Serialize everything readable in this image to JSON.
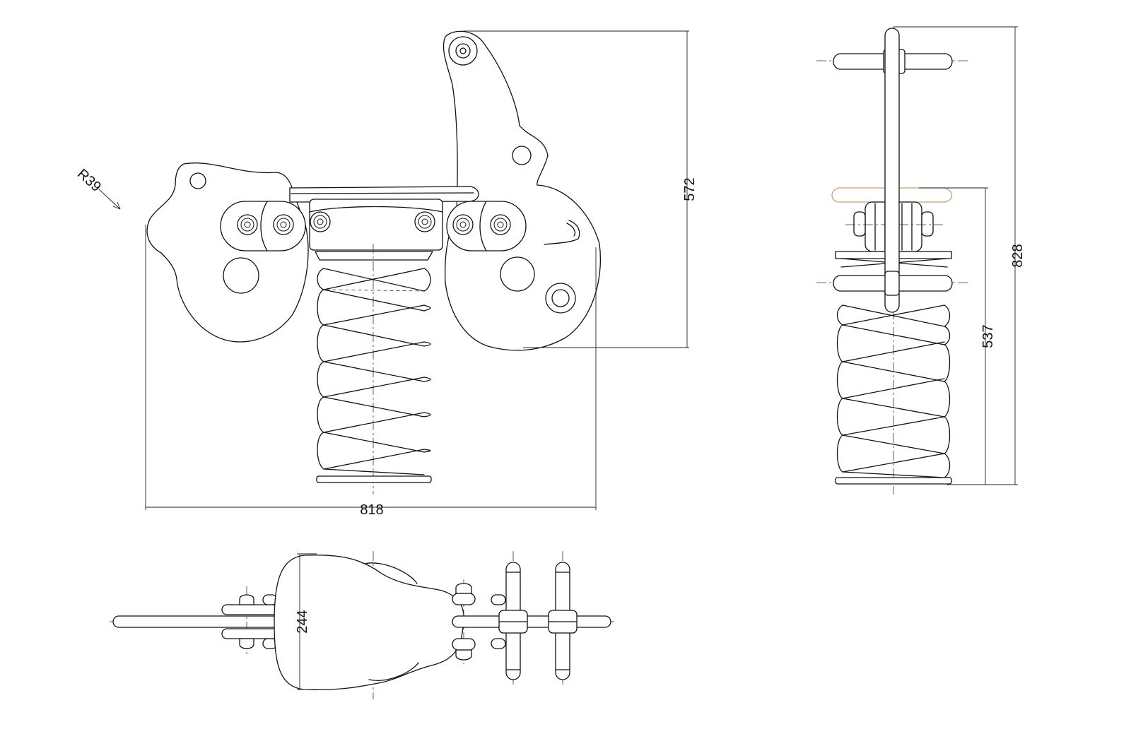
{
  "dimensions": {
    "width_side": "818",
    "height_side": "572",
    "height_front": "828",
    "seat_height_front": "537",
    "width_top": "244",
    "radius_label": "R39"
  },
  "colors": {
    "line": "#111111",
    "seat_highlight": "#c8a070"
  }
}
